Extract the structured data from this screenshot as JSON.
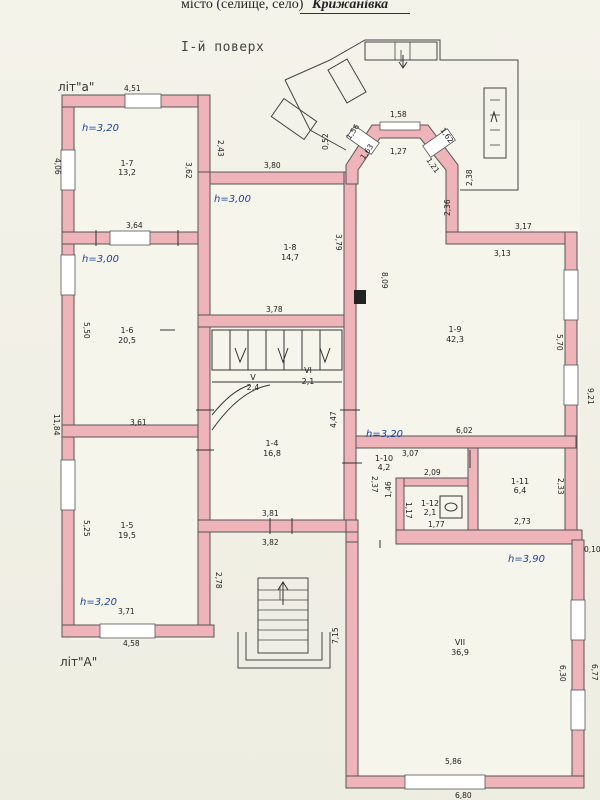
{
  "header": {
    "location_label": "місто (селище, село)",
    "location_value": "Крижанівка"
  },
  "floor_title": "І-й поверх",
  "lit_top": "літ\"а\"",
  "lit_bottom": "літ\"А\"",
  "colors": {
    "wall": "#efb3ba",
    "wall_stroke": "#555555",
    "ink": "#222222",
    "height_ink": "#1f3fa0"
  },
  "rooms": [
    {
      "id": "1-7",
      "area": "13,2"
    },
    {
      "id": "1-8",
      "area": "14,7"
    },
    {
      "id": "1-6",
      "area": "20,5"
    },
    {
      "id": "1-9",
      "area": "42,3"
    },
    {
      "id": "V",
      "area": "2,4"
    },
    {
      "id": "VI",
      "area": "2,1"
    },
    {
      "id": "1-4",
      "area": "16,8"
    },
    {
      "id": "1-10",
      "area": "4,2"
    },
    {
      "id": "1-11",
      "area": "6,4"
    },
    {
      "id": "1-12",
      "area": "2,1"
    },
    {
      "id": "1-5",
      "area": "19,5"
    },
    {
      "id": "VII",
      "area": "36,9"
    }
  ],
  "heights": [
    "h=3,20",
    "h=3,00",
    "h=3,00",
    "h=3,20",
    "h=3,90",
    "h=3,20"
  ],
  "dimensions": [
    "4,51",
    "2,43",
    "4,06",
    "3,62",
    "3,80",
    "0,52",
    "1,56",
    "1,58",
    "1,62",
    "1,63",
    "1,27",
    "1,21",
    "2,38",
    "2,36",
    "3,64",
    "3,17",
    "3,13",
    "3,79",
    "8,09",
    "5,50",
    "3,78",
    "5,70",
    "9,21",
    "11,84",
    "3,61",
    "6,02",
    "4,47",
    "3,07",
    "2,09",
    "2,33",
    "2,37",
    "1,46",
    "1,17",
    "1,77",
    "2,73",
    "5,25",
    "3,81",
    "3,82",
    "0,10",
    "2,78",
    "3,71",
    "4,58",
    "7,15",
    "6,30",
    "6,77",
    "5,86",
    "6,80"
  ]
}
